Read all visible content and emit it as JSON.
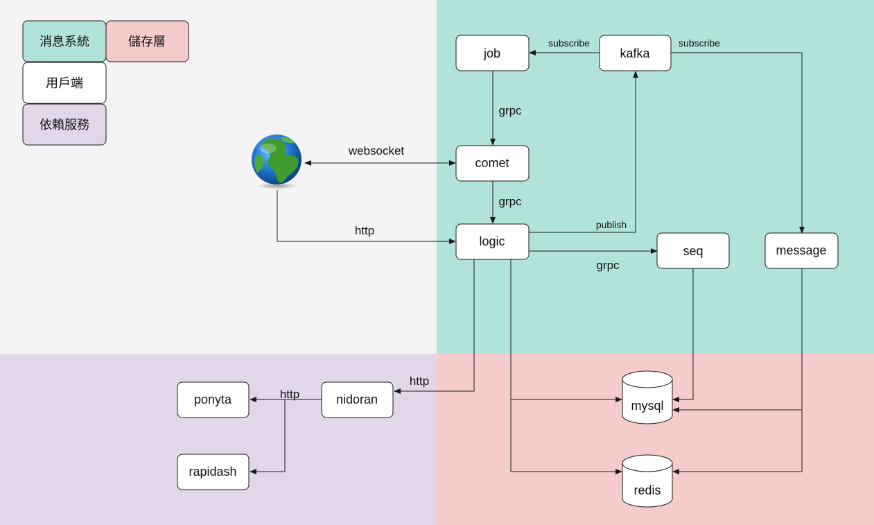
{
  "colors": {
    "client_zone": "#f4f4f4",
    "message_zone": "#b1e3da",
    "dependency_zone": "#e2d6e9",
    "storage_zone": "#f5cccb",
    "node_fill": "#ffffff",
    "stroke": "#1a1a1a"
  },
  "legend": {
    "message_system": "消息系統",
    "storage_layer": "儲存層",
    "client": "用戶端",
    "dependency_service": "依賴服務"
  },
  "nodes": {
    "job": "job",
    "kafka": "kafka",
    "comet": "comet",
    "logic": "logic",
    "seq": "seq",
    "message": "message",
    "mysql": "mysql",
    "redis": "redis",
    "nidoran": "nidoran",
    "ponyta": "ponyta",
    "rapidash": "rapidash"
  },
  "edges": {
    "kafka_job": "subscribe",
    "kafka_message": "subscribe",
    "job_comet": "grpc",
    "globe_comet": "websocket",
    "comet_logic": "grpc",
    "globe_logic": "http",
    "logic_kafka": "publish",
    "logic_seq": "grpc",
    "logic_nidoran": "http",
    "nidoran_ponyta": "http"
  },
  "icons": {
    "client_globe": "globe-icon"
  }
}
